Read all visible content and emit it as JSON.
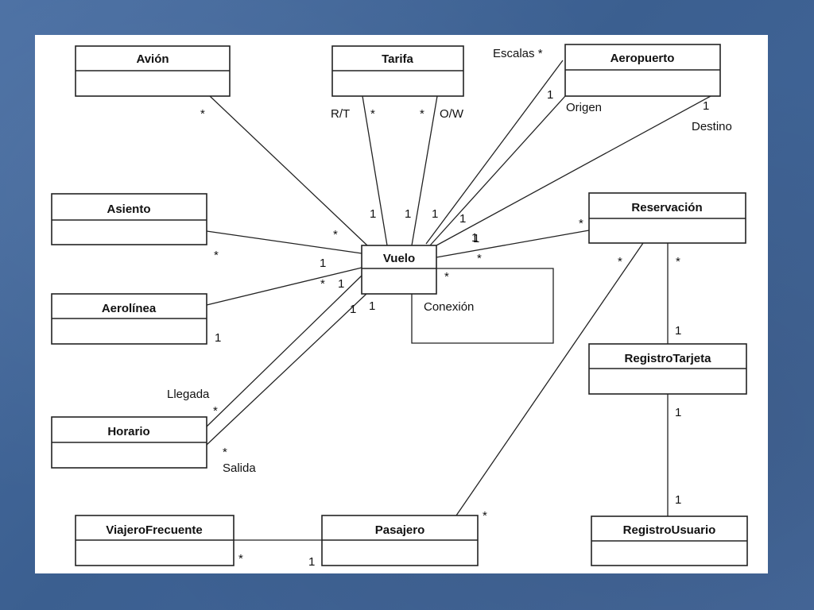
{
  "classes": [
    {
      "id": "avion",
      "name": "Avión"
    },
    {
      "id": "tarifa",
      "name": "Tarifa"
    },
    {
      "id": "aeropuerto",
      "name": "Aeropuerto"
    },
    {
      "id": "asiento",
      "name": "Asiento"
    },
    {
      "id": "reservacion",
      "name": "Reservación"
    },
    {
      "id": "vuelo",
      "name": "Vuelo"
    },
    {
      "id": "aerolinea",
      "name": "Aerolínea"
    },
    {
      "id": "registro-tarjeta",
      "name": "RegistroTarjeta"
    },
    {
      "id": "horario",
      "name": "Horario"
    },
    {
      "id": "viajero-frecuente",
      "name": "ViajeroFrecuente"
    },
    {
      "id": "pasajero",
      "name": "Pasajero"
    },
    {
      "id": "registro-usuario",
      "name": "RegistroUsuario"
    }
  ],
  "labels": [
    {
      "id": "avion-many",
      "text": "*"
    },
    {
      "id": "tarifa-rt",
      "text": "R/T"
    },
    {
      "id": "tarifa-rt-many",
      "text": "*"
    },
    {
      "id": "tarifa-ow-many",
      "text": "*"
    },
    {
      "id": "tarifa-ow",
      "text": "O/W"
    },
    {
      "id": "escalas",
      "text": "Escalas *"
    },
    {
      "id": "aeropuerto-origen-one",
      "text": "1"
    },
    {
      "id": "origen",
      "text": "Origen"
    },
    {
      "id": "aeropuerto-destino-one",
      "text": "1"
    },
    {
      "id": "destino",
      "text": "Destino"
    },
    {
      "id": "vuelo-avion-one",
      "text": "1"
    },
    {
      "id": "vuelo-rt-one",
      "text": "1"
    },
    {
      "id": "vuelo-ow-one",
      "text": "1"
    },
    {
      "id": "vuelo-escalas-one",
      "text": "1"
    },
    {
      "id": "vuelo-destino-one",
      "text": "1"
    },
    {
      "id": "vuelo-asiento-many",
      "text": "*"
    },
    {
      "id": "asiento-many",
      "text": "*"
    },
    {
      "id": "vuelo-asiento-one",
      "text": "1"
    },
    {
      "id": "vuelo-aerolinea-many",
      "text": "*"
    },
    {
      "id": "vuelo-llegada-one",
      "text": "1"
    },
    {
      "id": "vuelo-salida-one",
      "text": "1"
    },
    {
      "id": "vuelo-conexion-one",
      "text": "1"
    },
    {
      "id": "aerolinea-one",
      "text": "1"
    },
    {
      "id": "reservacion-vuelo-many",
      "text": "*"
    },
    {
      "id": "vuelo-reservacion-one",
      "text": "1"
    },
    {
      "id": "vuelo-reservacion-many",
      "text": "*"
    },
    {
      "id": "vuelo-conexion-many",
      "text": "*"
    },
    {
      "id": "conexion",
      "text": "Conexión"
    },
    {
      "id": "reservacion-pasajero-many",
      "text": "*"
    },
    {
      "id": "reservacion-tarjeta-many",
      "text": "*"
    },
    {
      "id": "tarjeta-reservacion-one",
      "text": "1"
    },
    {
      "id": "tarjeta-usuario-one",
      "text": "1"
    },
    {
      "id": "usuario-tarjeta-one",
      "text": "1"
    },
    {
      "id": "llegada",
      "text": "Llegada"
    },
    {
      "id": "horario-llegada-many",
      "text": "*"
    },
    {
      "id": "horario-salida-many",
      "text": "*"
    },
    {
      "id": "salida",
      "text": "Salida"
    },
    {
      "id": "pasajero-reservacion-many",
      "text": "*"
    },
    {
      "id": "viajero-many",
      "text": "*"
    },
    {
      "id": "pasajero-viajero-one",
      "text": "1"
    }
  ]
}
